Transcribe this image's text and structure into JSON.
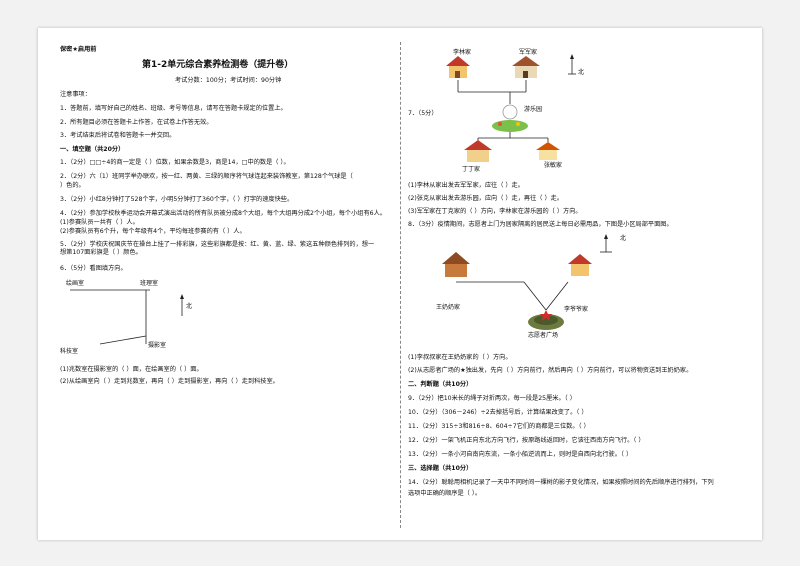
{
  "header": {
    "confidential": "保密★启用前",
    "title": "第1-2单元综合素养检测卷（提升卷）",
    "subtitle": "考试分数：100分；考试时间：90分钟"
  },
  "notes": {
    "heading": "注意事项：",
    "items": [
      "1．答题前，填写好自己的姓名、班级、考号等信息，请写在答题卡规定的位置上。",
      "2．所有题目必须在答题卡上作答，在试卷上作答无效。",
      "3．考试结束后将试卷和答题卡一并交回。"
    ]
  },
  "section1": {
    "heading": "一、填空题（共20分）",
    "q1": "1．（2分）□□÷4的商一定是（        ）位数，如果余数是3，商是14，□中的数是（        ）。",
    "q2a": "2．（2分）六（1）班同学举办联欢，按一红、两黄、三绿的顺序将气球连起来装饰教室，第128个气球是（",
    "q2b": "）色的。",
    "q3": "3．（2分）小红8分钟打了528个字，小明5分钟打了360个字，（        ）打字的速度快些。",
    "q4a": "4．（2分）参加学校秋季运动会开幕式演出活动的所有队员被分成8个大组，每个大组再分成2个小组，每个小组有6人。",
    "q4b": "(1)参赛队员一共有（        ）人。",
    "q4c": "(2)参赛队员有6个升，每个年级有4个，平均每班参赛的有（        ）人。",
    "q5a": "5．（2分）学校庆祝国庆节在操台上挂了一排彩旗，这些彩旗都是按：红、黄、蓝、绿、紫这五种颜色排列的，想一想第107面彩旗是（        ）颜色。",
    "q6": "6．（5分）看图填方向。",
    "map_labels": {
      "a": "绘画室",
      "b": "班理室",
      "c": "北",
      "d": "科技室",
      "e": "摄影室"
    },
    "q6_1": "(1)兆数室在摄影室的（        ）面，在绘画室的（        ）面。",
    "q6_2": "(2)从绘画室向（        ）走到兆数室，再向（        ）走到摄影室，再向（        ）走到科技室。"
  },
  "right": {
    "map7_labels": {
      "a": "李林家",
      "b": "军军家",
      "c": "北",
      "d": "游乐园",
      "e": "丁丁家",
      "f": "张敏家"
    },
    "q7": "7．（5分）",
    "q7_1": "(1)李林从家出发去军军家，应往（        ）走。",
    "q7_2": "(2)张克从家出发去游乐园，应向（        ）走，再往（        ）走。",
    "q7_3": "(3)军军家在丁克家的（        ）方向，李林家在游乐园的（        ）方向。",
    "q8": "8．（3分）疫情期间，志愿者上门为居家隔离的居民送上每日必需用品，下图是小区局部平面图。",
    "map8_labels": {
      "a": "王奶奶家",
      "b": "李爷爷家",
      "c": "北",
      "d": "志愿者广场"
    },
    "q8_1": "(1)李叔叔家在王奶奶家的（        ）方向。",
    "q8_2": "(2)从志愿者广场的★独出发，先向（        ）方向前行，然后再向（        ）方向前行，可以将物资送到王奶奶家。",
    "section2": "二、判断题（共10分）",
    "q9": "9．（2分）把10米长的绳子对折两次，每一段是25厘米。（        ）",
    "q10": "10．（2分）（306－246）÷2去掉括号后，计算结果改变了。（        ）",
    "q11": "11．（2分）315÷3和816÷8、604÷7它们的商都是三位数。（        ）",
    "q12": "12．（2分）一架飞机正向东北方向飞行，按原路线返回时，它该往西南方向飞行。（        ）",
    "q13": "13．（2分）一条小河自南向东流，一条小船逆流而上，则时是自西向北行驶。（        ）",
    "section3": "三、选择题（共10分）",
    "q14a": "14．（2分）聪聪用相机记录了一天中不同时间一棵树的影子变化情况，如果按照时间的先后顺序进行排列，下列",
    "q14b": "选项中正确的顺序是（    ）。"
  }
}
